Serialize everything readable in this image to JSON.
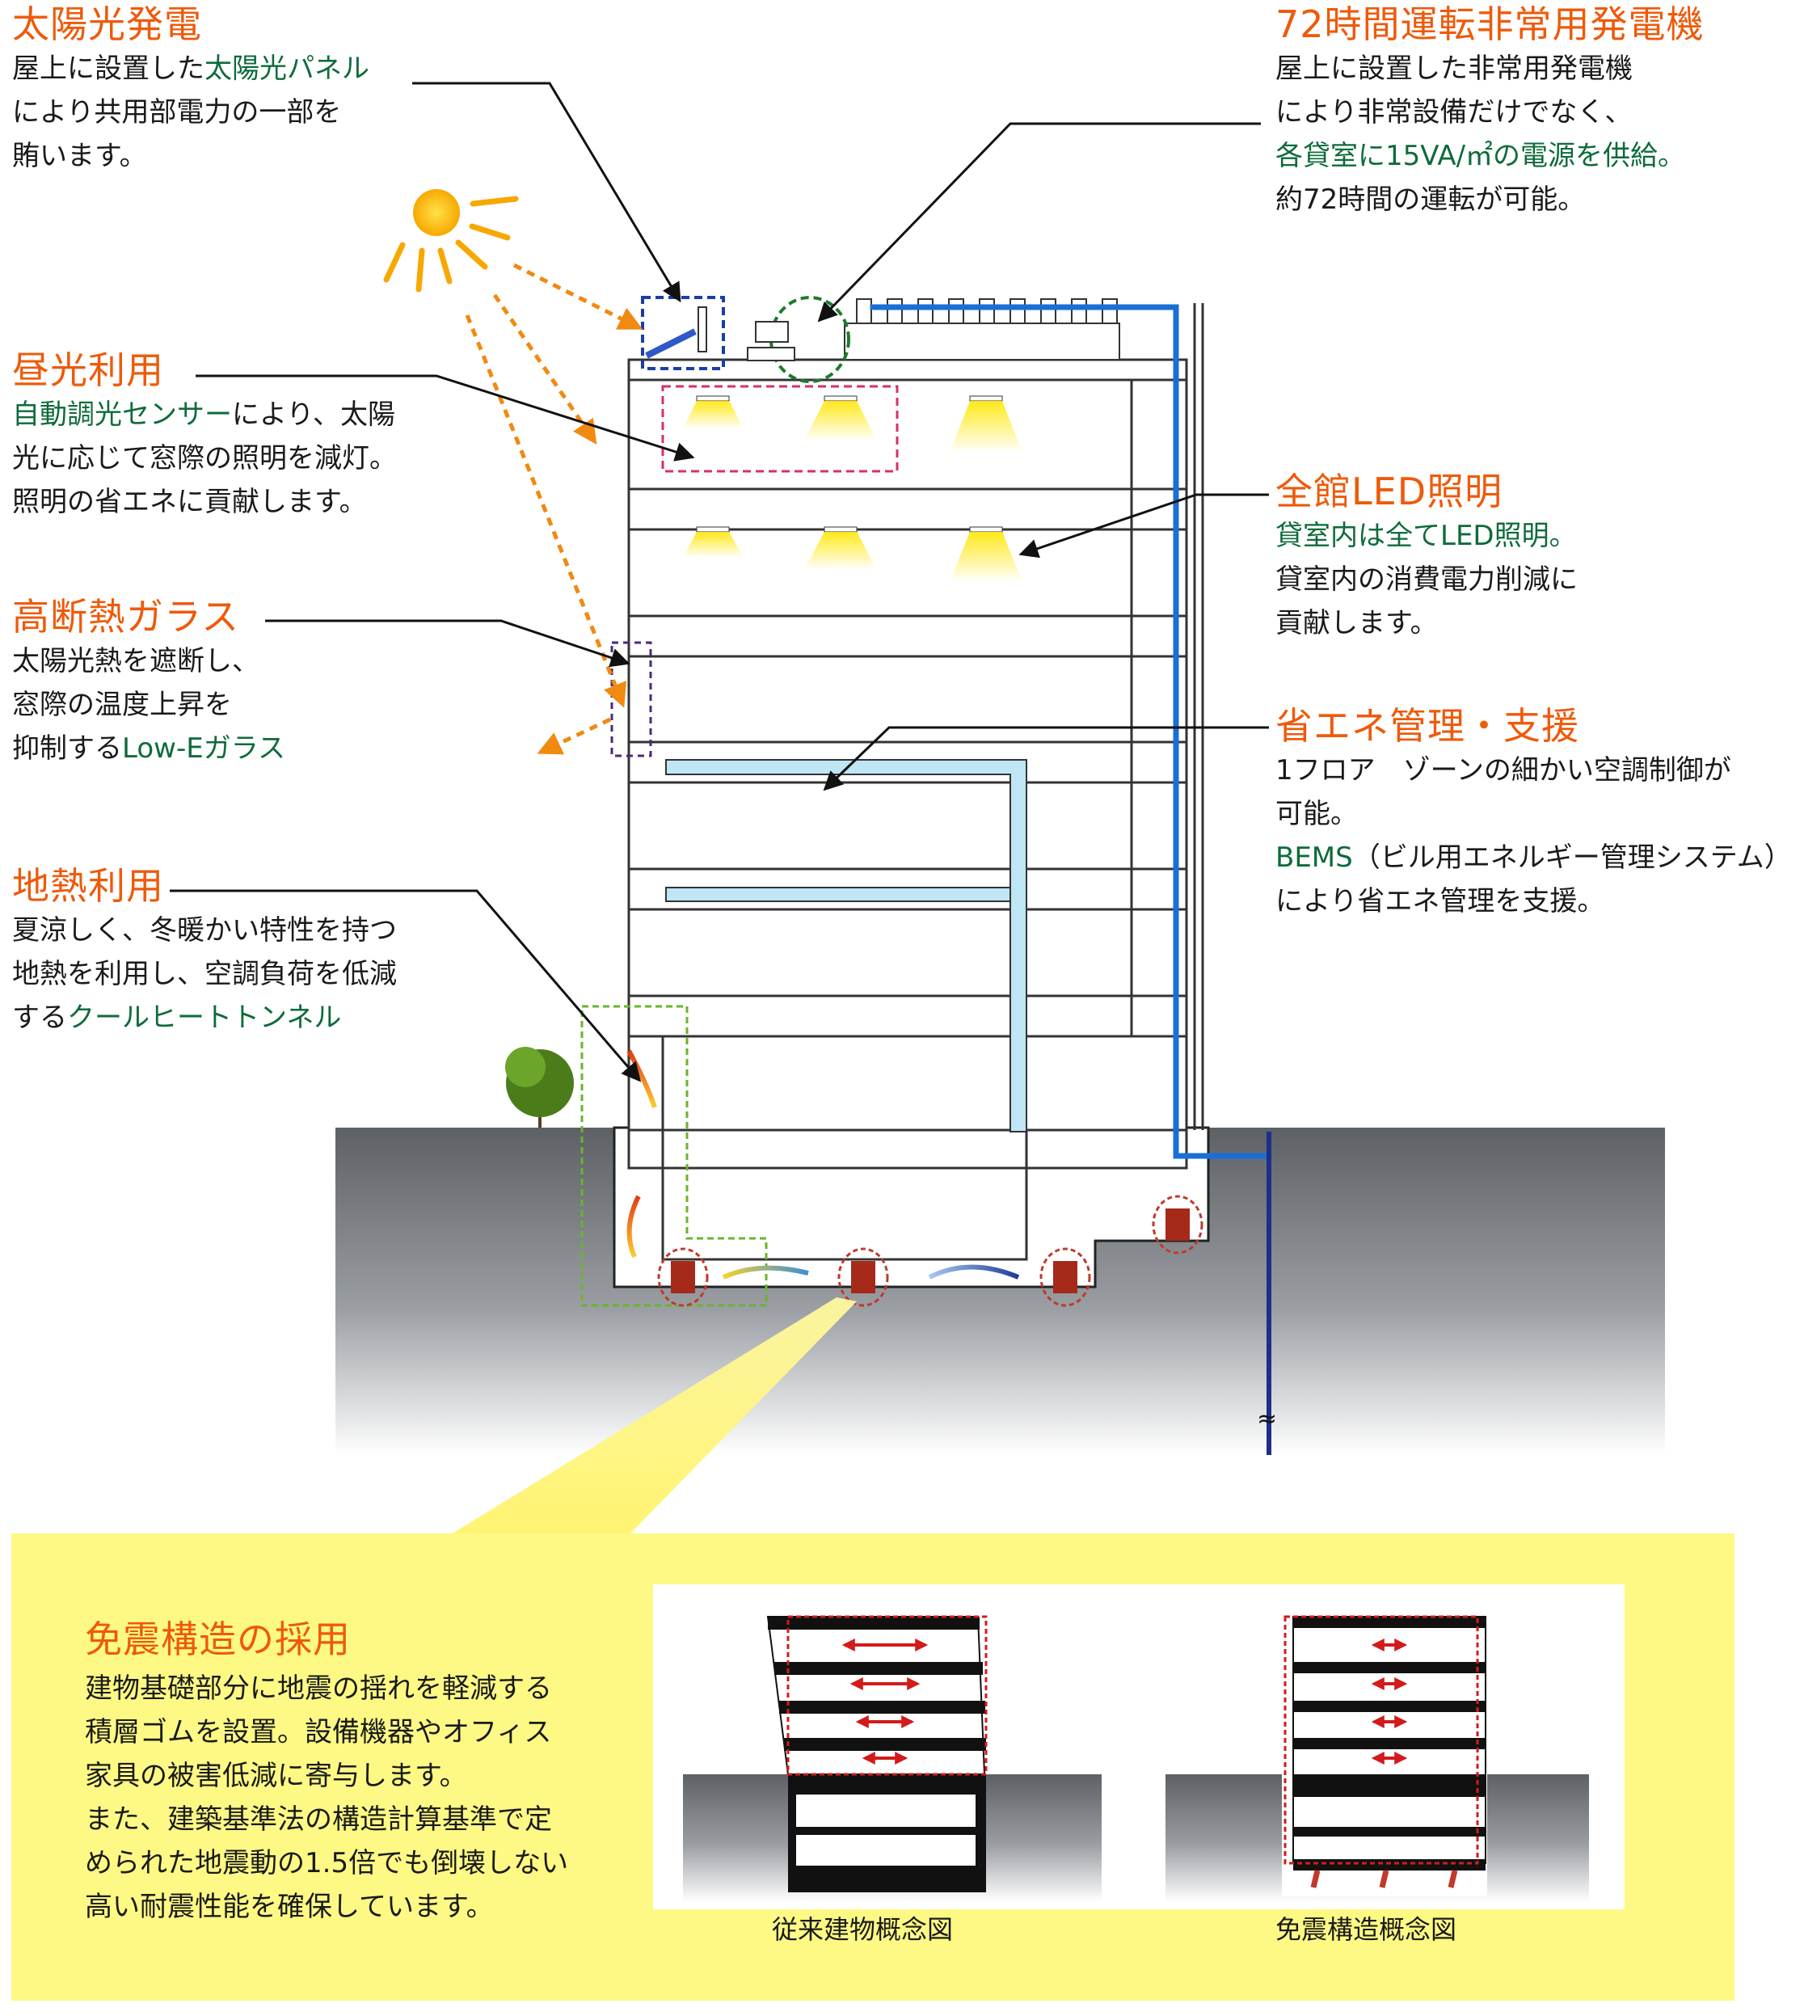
{
  "callouts": {
    "solar": {
      "title": "太陽光発電",
      "lines": [
        [
          {
            "text": "屋上に設置した",
            "hl": false
          },
          {
            "text": "太陽光パネル",
            "hl": true
          }
        ],
        [
          {
            "text": "により共用部電力の一部を",
            "hl": false
          }
        ],
        [
          {
            "text": "賄います。",
            "hl": false
          }
        ]
      ]
    },
    "generator": {
      "title": "72時間運転非常用発電機",
      "lines": [
        [
          {
            "text": "屋上に設置した非常用発電機",
            "hl": false
          }
        ],
        [
          {
            "text": "により非常設備だけでなく、",
            "hl": false
          }
        ],
        [
          {
            "text": "各貸室に15VA/㎡の電源を供給。",
            "hl": true
          }
        ],
        [
          {
            "text": "約72時間の運転が可能。",
            "hl": false
          }
        ]
      ]
    },
    "daylight": {
      "title": "昼光利用",
      "lines": [
        [
          {
            "text": "自動調光センサー",
            "hl": true
          },
          {
            "text": "により、太陽",
            "hl": false
          }
        ],
        [
          {
            "text": "光に応じて窓際の照明を減灯。",
            "hl": false
          }
        ],
        [
          {
            "text": "照明の省エネに貢献します。",
            "hl": false
          }
        ]
      ]
    },
    "led": {
      "title": "全館LED照明",
      "lines": [
        [
          {
            "text": "貸室内は全てLED照明。",
            "hl": true
          }
        ],
        [
          {
            "text": "貸室内の消費電力削減に",
            "hl": false
          }
        ],
        [
          {
            "text": "貢献します。",
            "hl": false
          }
        ]
      ]
    },
    "glass": {
      "title": "高断熱ガラス",
      "lines": [
        [
          {
            "text": "太陽光熱を遮断し、",
            "hl": false
          }
        ],
        [
          {
            "text": "窓際の温度上昇を",
            "hl": false
          }
        ],
        [
          {
            "text": "抑制する",
            "hl": false
          },
          {
            "text": "Low-Eガラス",
            "hl": true
          }
        ]
      ]
    },
    "energy_mgmt": {
      "title": "省エネ管理・支援",
      "lines": [
        [
          {
            "text": "1フロア　ゾーンの細かい空調制御が",
            "hl": false
          }
        ],
        [
          {
            "text": "可能。",
            "hl": false
          }
        ],
        [
          {
            "text": "BEMS",
            "hl": true
          },
          {
            "text": "（ビル用エネルギー管理システム）",
            "hl": false
          }
        ],
        [
          {
            "text": "により省エネ管理を支援。",
            "hl": false
          }
        ]
      ]
    },
    "geothermal": {
      "title": "地熱利用",
      "lines": [
        [
          {
            "text": "夏涼しく、冬暖かい特性を持つ",
            "hl": false
          }
        ],
        [
          {
            "text": "地熱を利用し、空調負荷を低減",
            "hl": false
          }
        ],
        [
          {
            "text": "する",
            "hl": false
          },
          {
            "text": "クールヒートトンネル",
            "hl": true
          }
        ]
      ]
    },
    "seismic": {
      "title": "免震構造の採用",
      "lines": [
        [
          {
            "text": "建物基礎部分に地震の揺れを軽減する",
            "hl": false
          }
        ],
        [
          {
            "text": "積層ゴムを設置。設備機器やオフィス",
            "hl": false
          }
        ],
        [
          {
            "text": "家具の被害低減に寄与します。",
            "hl": false
          }
        ],
        [
          {
            "text": "また、建築基準法の構造計算基準で定",
            "hl": false
          }
        ],
        [
          {
            "text": "められた地震動の1.5倍でも倒壊しない",
            "hl": false
          }
        ],
        [
          {
            "text": "高い耐震性能を確保しています。",
            "hl": false
          }
        ]
      ]
    }
  },
  "concept_diagrams": {
    "conventional_caption": "従来建物概念図",
    "isolated_caption": "免震構造概念図"
  },
  "icons": [
    "sun-icon",
    "solar-panel-icon",
    "generator-icon",
    "led-light-icon",
    "air-conditioner-icon",
    "toilet-icon",
    "tree-icon",
    "seismic-isolator-icon",
    "water-pipe-icon"
  ],
  "colors": {
    "heading": "#ee5a0a",
    "highlight": "#0e6b3a",
    "yellow_panel": "#fdf984",
    "pipe_blue": "#1a6fd6",
    "duct_blue": "#bfe6f5",
    "isolator_red": "#c0392b"
  }
}
